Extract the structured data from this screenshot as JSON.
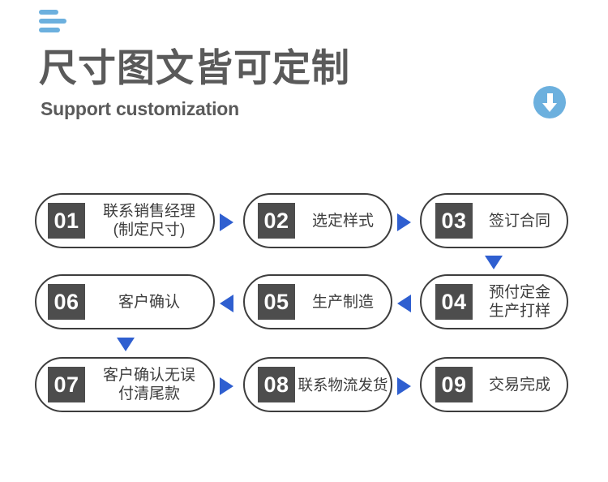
{
  "header": {
    "menu_icon": "menu-bars-icon",
    "title": "尺寸图文皆可定制",
    "subtitle": "Support customization",
    "scroll_icon": "arrow-down-circle-icon",
    "accent_blue": "#6cb0de",
    "text_gray": "#5a5a5a"
  },
  "flow": {
    "arrow_color": "#2f5fd0",
    "badge_color": "#4d4d4d",
    "border_color": "#3d3d3d",
    "rows": [
      {
        "steps": [
          {
            "number": "01",
            "label": "联系销售经理\n(制定尺寸)"
          },
          {
            "number": "02",
            "label": "选定样式"
          },
          {
            "number": "03",
            "label": "签订合同"
          }
        ],
        "connectors": [
          "arrow-right",
          "arrow-right"
        ]
      },
      {
        "steps": [
          {
            "number": "06",
            "label": "客户确认"
          },
          {
            "number": "05",
            "label": "生产制造"
          },
          {
            "number": "04",
            "label": "预付定金\n生产打样"
          }
        ],
        "connectors": [
          "arrow-left",
          "arrow-left"
        ]
      },
      {
        "steps": [
          {
            "number": "07",
            "label": "客户确认无误\n付清尾款"
          },
          {
            "number": "08",
            "label": "联系物流发货"
          },
          {
            "number": "09",
            "label": "交易完成"
          }
        ],
        "connectors": [
          "arrow-right",
          "arrow-right"
        ]
      }
    ],
    "vertical_connectors": [
      {
        "name": "arrow-down-step-03-to-04"
      },
      {
        "name": "arrow-down-step-06-to-07"
      }
    ]
  }
}
